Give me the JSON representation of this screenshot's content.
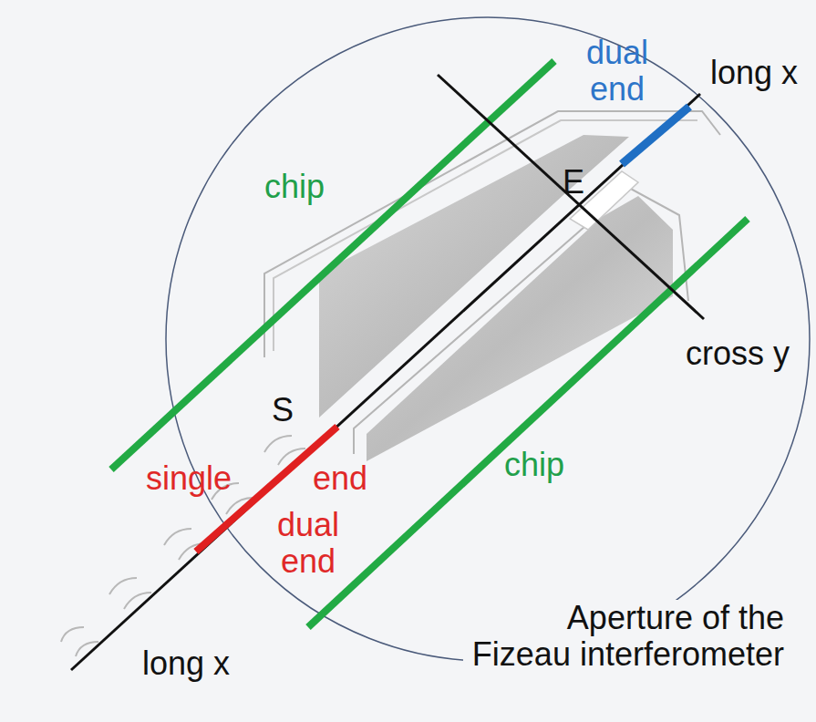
{
  "diagram": {
    "labels": [
      "dual end",
      "long x",
      "chip",
      "E",
      "cross y",
      "S",
      "single",
      "end",
      "dual end",
      "chip",
      "long x",
      "Aperture of the Fizeau interferometer"
    ]
  }
}
